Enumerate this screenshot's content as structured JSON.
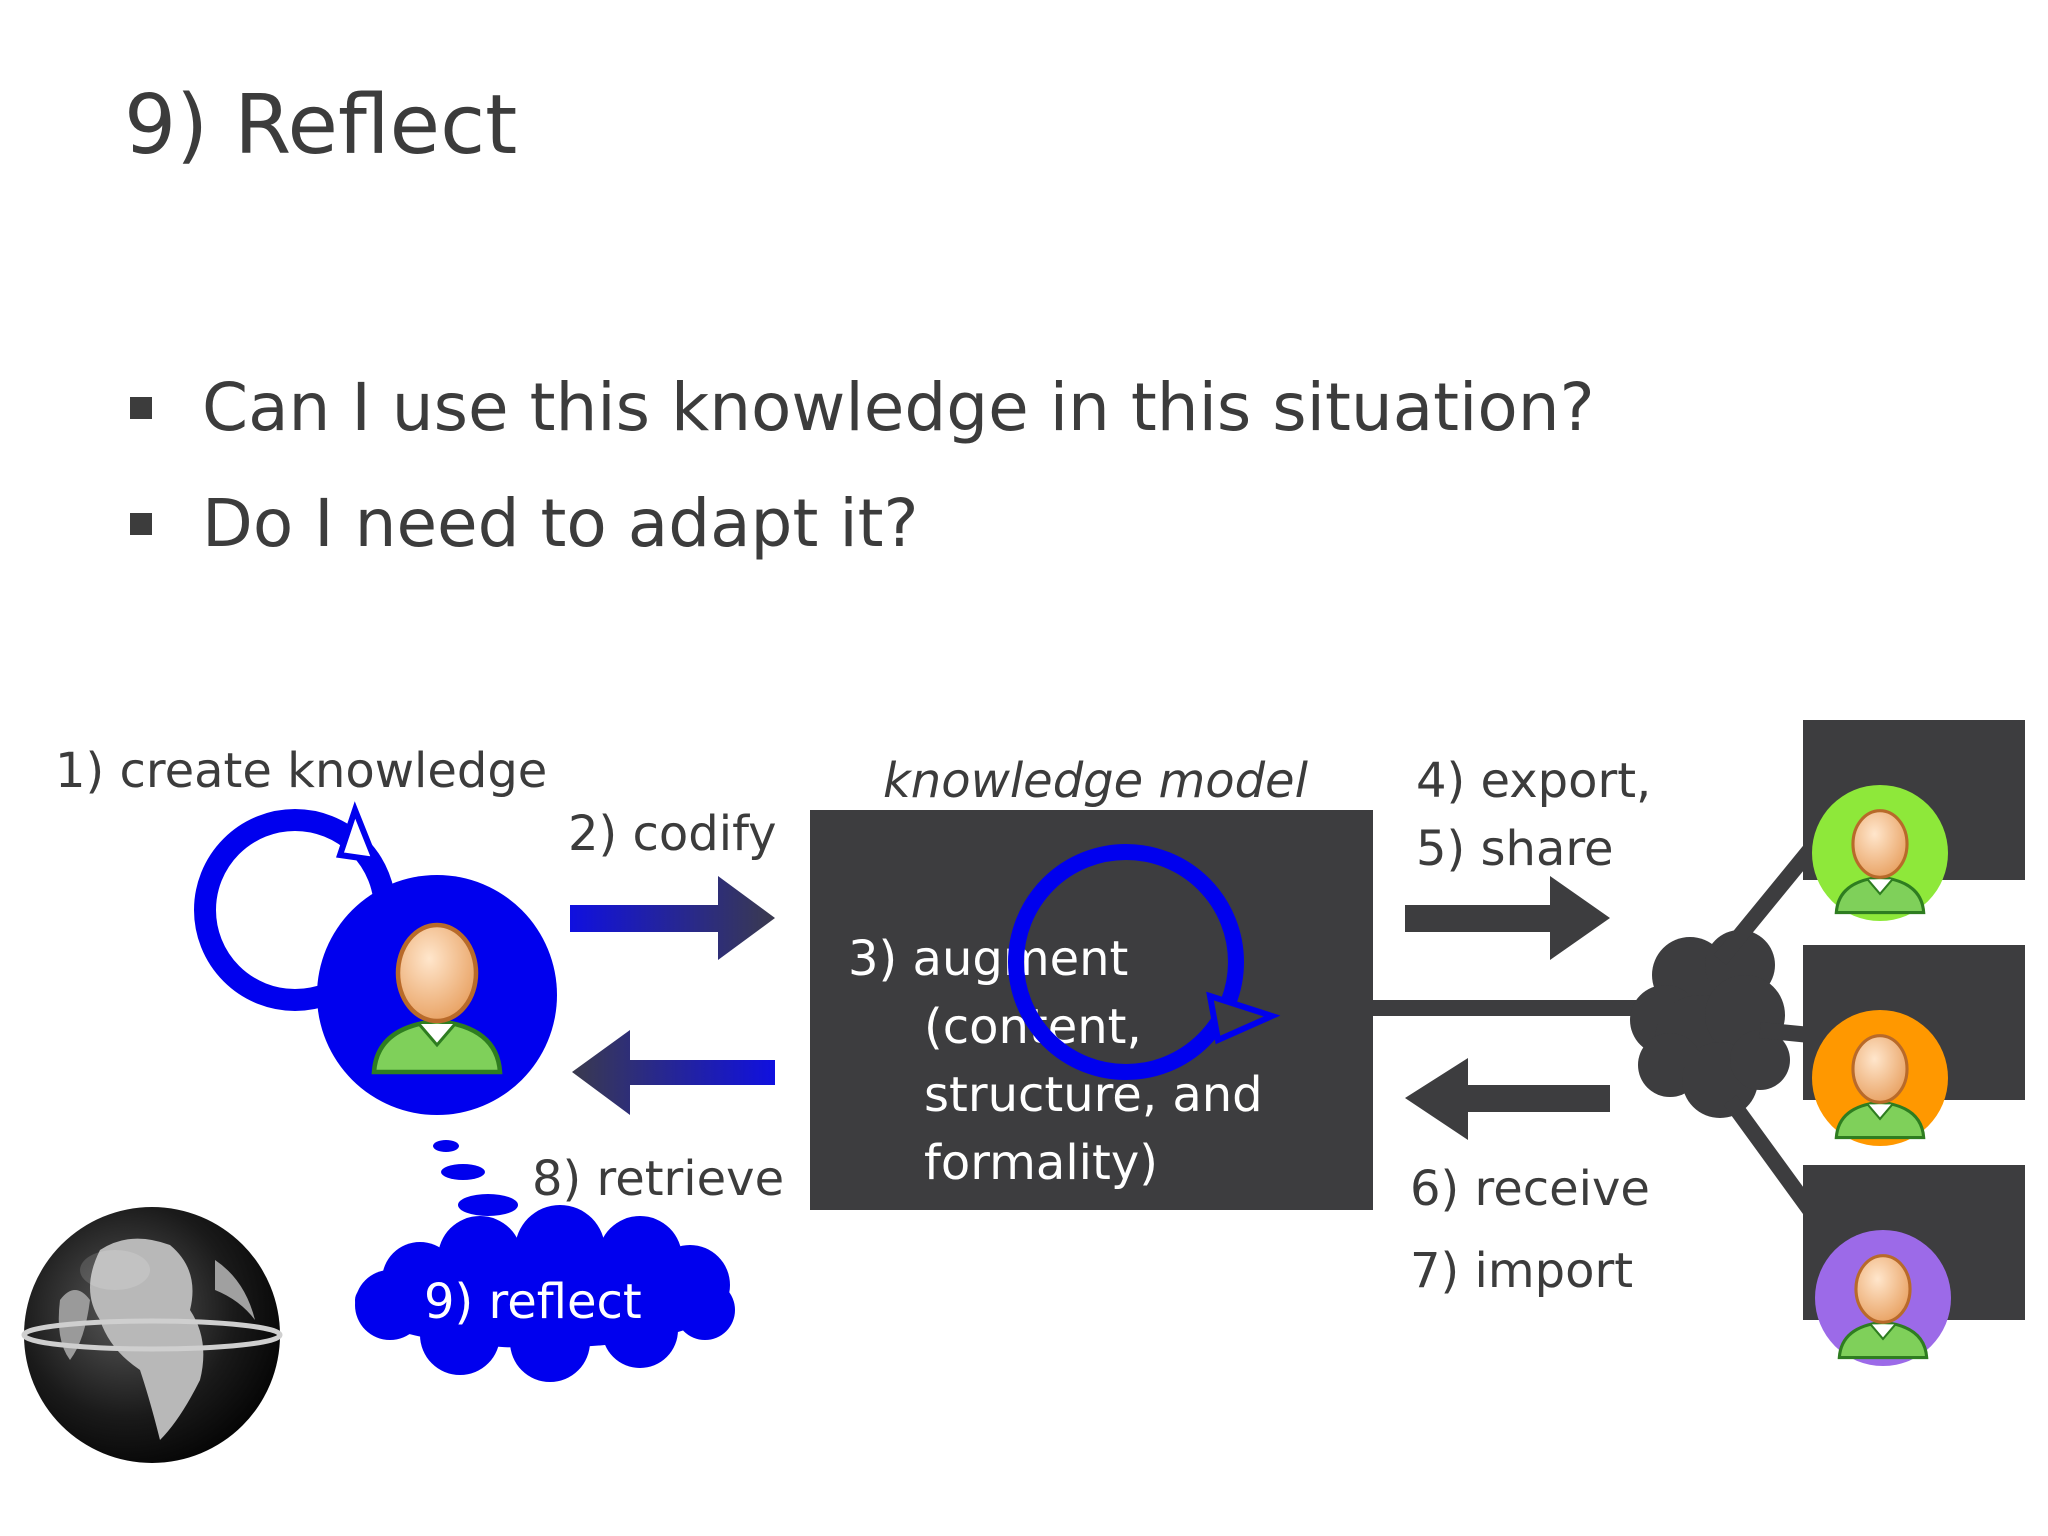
{
  "slide": {
    "title": "9) Reflect",
    "bullets": [
      "Can I use this knowledge in this situation?",
      "Do I need to adapt it?"
    ]
  },
  "diagram": {
    "create_knowledge": "1) create knowledge",
    "codify": "2) codify",
    "knowledge_model": "knowledge model",
    "augment": [
      "3) augment",
      "(content,",
      "structure, and",
      "formality)"
    ],
    "export": "4) export,",
    "share": "5) share",
    "receive": "6) receive",
    "import": "7) import",
    "retrieve": "8) retrieve",
    "reflect": "9) reflect",
    "colors": {
      "blue": "#0000ee",
      "dark_box": "#3d3d3f",
      "peer_green": "#8ee83a",
      "peer_orange": "#ff9800",
      "peer_purple": "#9c6ae8"
    }
  }
}
